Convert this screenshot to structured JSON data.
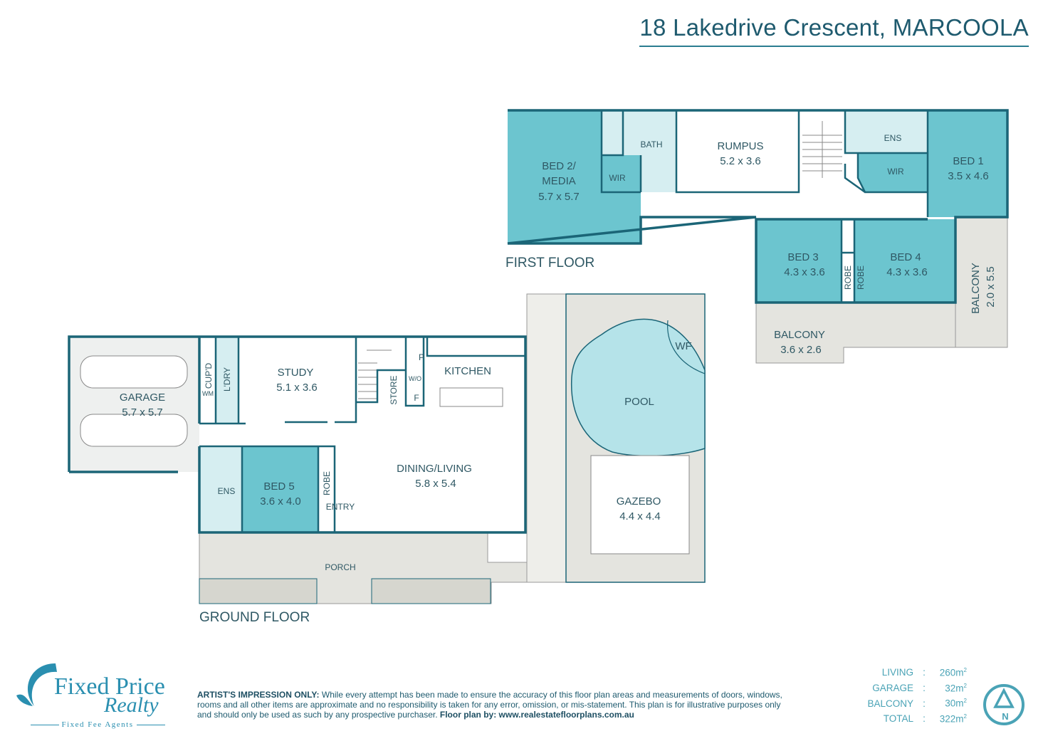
{
  "title": "18 Lakedrive Crescent, MARCOOLA",
  "first_floor": {
    "label": "FIRST FLOOR",
    "rooms": {
      "bed2": {
        "name1": "BED 2/",
        "name2": "MEDIA",
        "dims": "5.7 x 5.7"
      },
      "bath": {
        "name": "BATH"
      },
      "wir_left": {
        "name": "WIR"
      },
      "rumpus": {
        "name": "RUMPUS",
        "dims": "5.2 x 3.6"
      },
      "ens": {
        "name": "ENS"
      },
      "wir_right": {
        "name": "WIR"
      },
      "bed1": {
        "name": "BED 1",
        "dims": "3.5 x 4.6"
      },
      "bed3": {
        "name": "BED 3",
        "dims": "4.3 x 3.6"
      },
      "bed4": {
        "name": "BED 4",
        "dims": "4.3 x 3.6"
      },
      "robe1": {
        "name": "ROBE"
      },
      "robe2": {
        "name": "ROBE"
      },
      "balcony_side": {
        "name": "BALCONY",
        "dims": "2.0 x 5.5"
      },
      "balcony_front": {
        "name": "BALCONY",
        "dims": "3.6 x 2.6"
      }
    }
  },
  "ground_floor": {
    "label": "GROUND FLOOR",
    "rooms": {
      "garage": {
        "name": "GARAGE",
        "dims": "5.7 x 5.7"
      },
      "cupd": {
        "name": "CUP'D"
      },
      "ldry": {
        "name": "L'DRY"
      },
      "wm": {
        "name": "WM"
      },
      "study": {
        "name": "STUDY",
        "dims": "5.1 x 3.6"
      },
      "store": {
        "name": "STORE"
      },
      "pantry": {
        "name": "P"
      },
      "wo": {
        "name": "W/O"
      },
      "fridge": {
        "name": "F"
      },
      "kitchen": {
        "name": "KITCHEN"
      },
      "dining": {
        "name": "DINING/LIVING",
        "dims": "5.8 x 5.4"
      },
      "ens": {
        "name": "ENS"
      },
      "bed5": {
        "name": "BED 5",
        "dims": "3.6 x 4.0"
      },
      "robe": {
        "name": "ROBE"
      },
      "entry": {
        "name": "ENTRY"
      },
      "porch": {
        "name": "PORCH"
      },
      "pool": {
        "name": "POOL"
      },
      "wf": {
        "name": "WF"
      },
      "gazebo": {
        "name": "GAZEBO",
        "dims": "4.4 x 4.4"
      }
    }
  },
  "areas": [
    {
      "label": "LIVING",
      "sep": ":",
      "value": "260m",
      "unit": "2"
    },
    {
      "label": "GARAGE",
      "sep": ":",
      "value": "32m",
      "unit": "2"
    },
    {
      "label": "BALCONY",
      "sep": ":",
      "value": "30m",
      "unit": "2"
    },
    {
      "label": "TOTAL",
      "sep": ":",
      "value": "322m",
      "unit": "2"
    }
  ],
  "compass": {
    "letter": "N"
  },
  "disclaimer": {
    "lead": "ARTIST'S IMPRESSION ONLY:",
    "body": " While every attempt has been made to ensure the accuracy of this floor plan areas and measurements of doors, windows, rooms and all other items are approximate and no responsibility is taken for any error, omission, or mis-statement. This plan is for illustrative purposes only and should only be used as such by any prospective purchaser.  ",
    "credit": "Floor plan by: www.realestatefloorplans.com.au"
  },
  "logo": {
    "line1": "Fixed Price",
    "line2": "Realty",
    "tagline": "Fixed Fee Agents"
  },
  "colors": {
    "wall": "#1b6577",
    "bedroom": "#6cc5cf",
    "wet": "#d6eef1",
    "outdoor": "#e4e4df",
    "pool": "#b5e3e9",
    "text": "#1e5a6e"
  }
}
